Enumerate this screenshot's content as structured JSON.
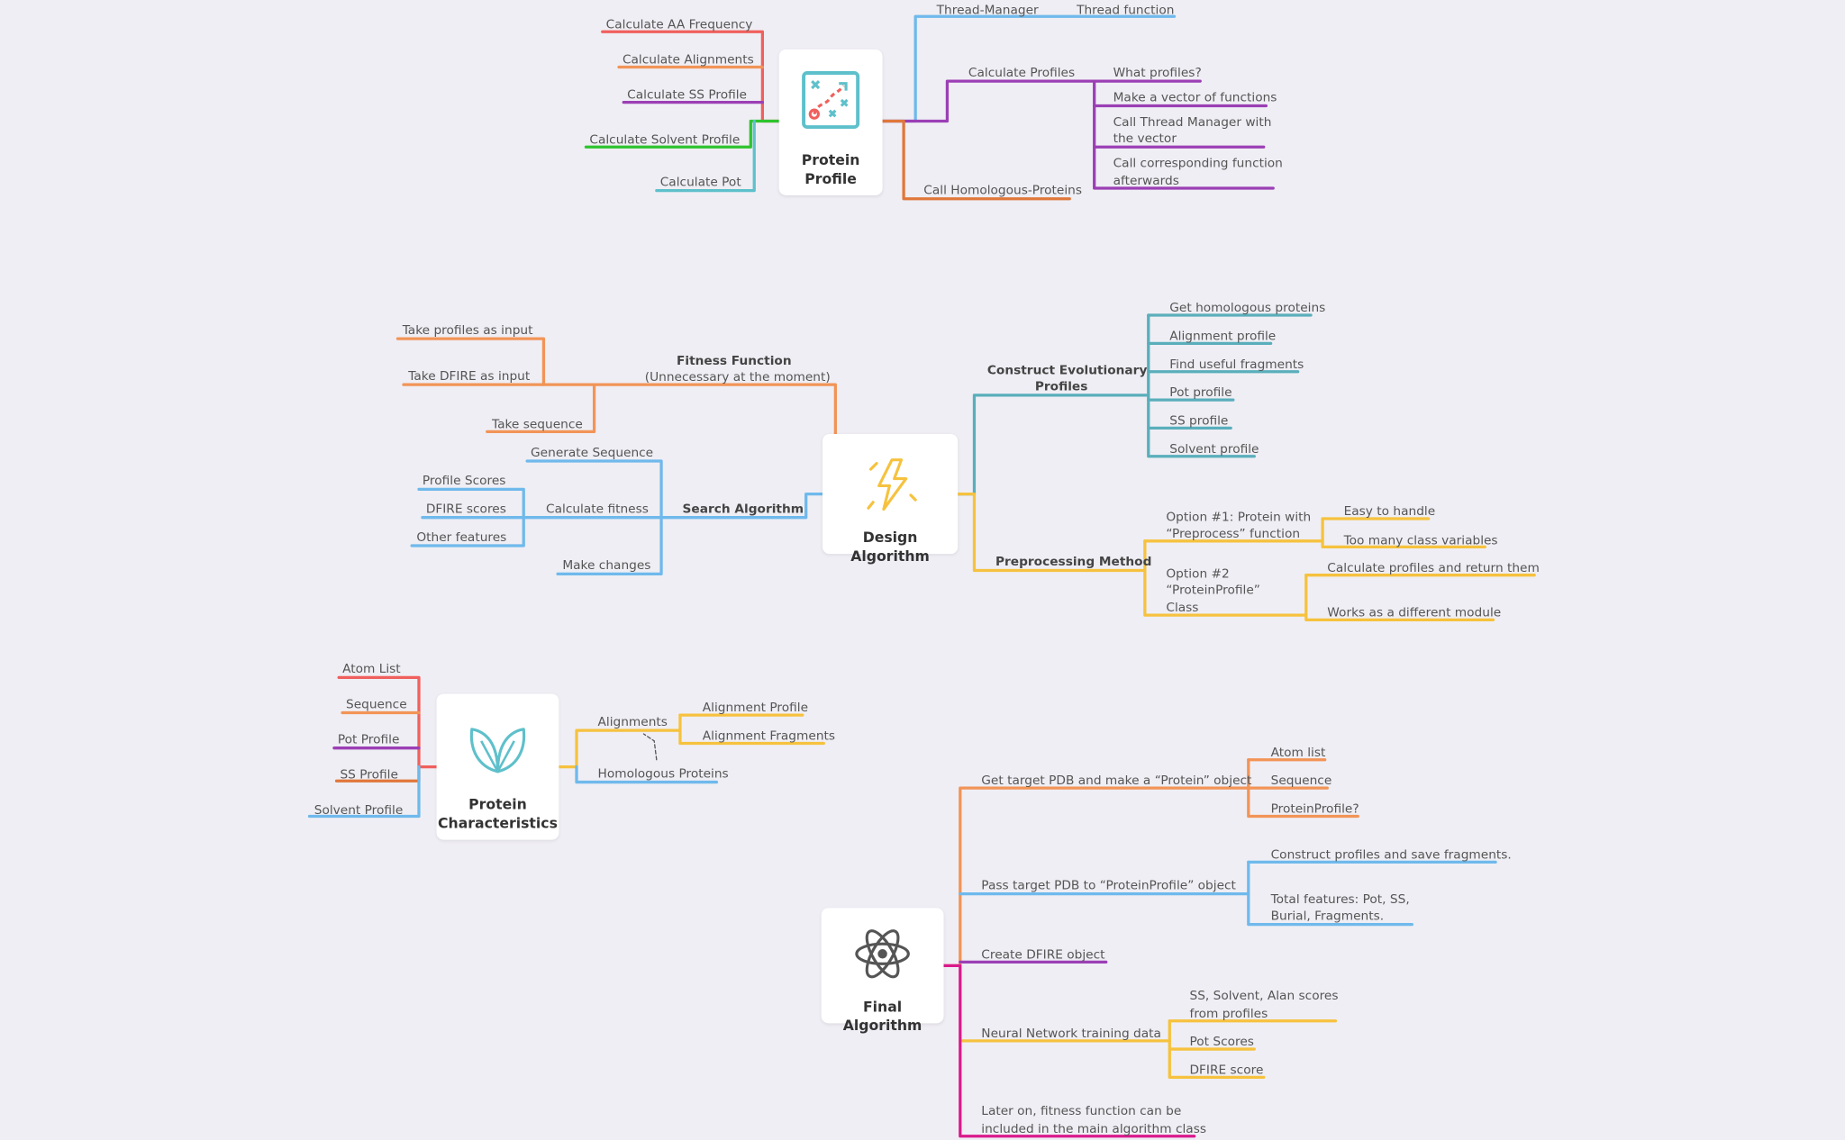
{
  "colors": {
    "red": "#f0605d",
    "orange": "#f29457",
    "purple": "#9b3fb5",
    "green": "#2ec42e",
    "teal": "#5ec0cb",
    "blue": "#6fb9ec",
    "cyan": "#5aaebb",
    "yellow": "#f6c23e",
    "brown": "#e0773a",
    "magenta": "#d91a8c",
    "bg": "#efeef4"
  },
  "protein_profile": {
    "title_l1": "Protein",
    "title_l2": "Profile",
    "calc_aa": "Calculate AA Frequency",
    "calc_align": "Calculate Alignments",
    "calc_ss": "Calculate SS Profile",
    "calc_solvent": "Calculate Solvent Profile",
    "calc_pot": "Calculate Pot",
    "thread_manager": "Thread-Manager",
    "thread_function": "Thread function",
    "calc_profiles": "Calculate Profiles",
    "what_profiles": "What profiles?",
    "make_vector": "Make a vector of functions",
    "call_tm_l1": "Call Thread Manager with",
    "call_tm_l2": "the vector",
    "call_corr_l1": "Call corresponding function",
    "call_corr_l2": "afterwards",
    "call_homologous": "Call Homologous-Proteins"
  },
  "design_algorithm": {
    "title": "Design Algorithm",
    "fitness_l1": "Fitness Function",
    "fitness_l2": "(Unnecessary at the moment)",
    "take_profiles": "Take profiles as input",
    "take_dfire": "Take DFIRE as input",
    "take_sequence": "Take sequence",
    "search": "Search Algorithm",
    "generate_sequence": "Generate Sequence",
    "calc_fitness": "Calculate fitness",
    "profile_scores": "Profile Scores",
    "dfire_scores": "DFIRE scores",
    "other_features": "Other features",
    "make_changes": "Make changes",
    "construct_l1": "Construct Evolutionary",
    "construct_l2": "Profiles",
    "get_homologous": "Get homologous proteins",
    "alignment_profile": "Alignment profile",
    "find_fragments": "Find useful fragments",
    "pot_profile": "Pot profile",
    "ss_profile": "SS profile",
    "solvent_profile": "Solvent profile",
    "preprocessing": "Preprocessing Method",
    "opt1_l1": "Option #1: Protein with",
    "opt1_l2": "“Preprocess” function",
    "easy": "Easy to handle",
    "too_many": "Too many class variables",
    "opt2_l1": "Option #2",
    "opt2_l2": "“ProteinProfile”",
    "opt2_l3": "Class",
    "calc_return": "Calculate profiles and return them",
    "works_module": "Works as a different module"
  },
  "protein_characteristics": {
    "title_l1": "Protein",
    "title_l2": "Characteristics",
    "atom_list": "Atom List",
    "sequence": "Sequence",
    "pot_profile": "Pot Profile",
    "ss_profile": "SS Profile",
    "solvent_profile": "Solvent Profile",
    "alignments": "Alignments",
    "alignment_profile": "Alignment Profile",
    "alignment_fragments": "Alignment Fragments",
    "homologous": "Homologous Proteins"
  },
  "final_algorithm": {
    "title": "Final Algorithm",
    "get_target": "Get target PDB and make a “Protein” object",
    "atom_list": "Atom list",
    "sequence": "Sequence",
    "protein_profile": "ProteinProfile?",
    "pass_target": "Pass target PDB to “ProteinProfile” object",
    "construct_save": "Construct profiles and save fragments.",
    "total_l1": "Total features: Pot, SS,",
    "total_l2": "Burial, Fragments.",
    "create_dfire": "Create DFIRE object",
    "nn_data": "Neural Network training data",
    "ss_scores_l1": "SS, Solvent, Alan scores",
    "ss_scores_l2": "from profiles",
    "pot_scores": "Pot Scores",
    "dfire_score": "DFIRE score",
    "later_l1": "Later on, fitness function can  be",
    "later_l2": "included in the main algorithm class"
  }
}
